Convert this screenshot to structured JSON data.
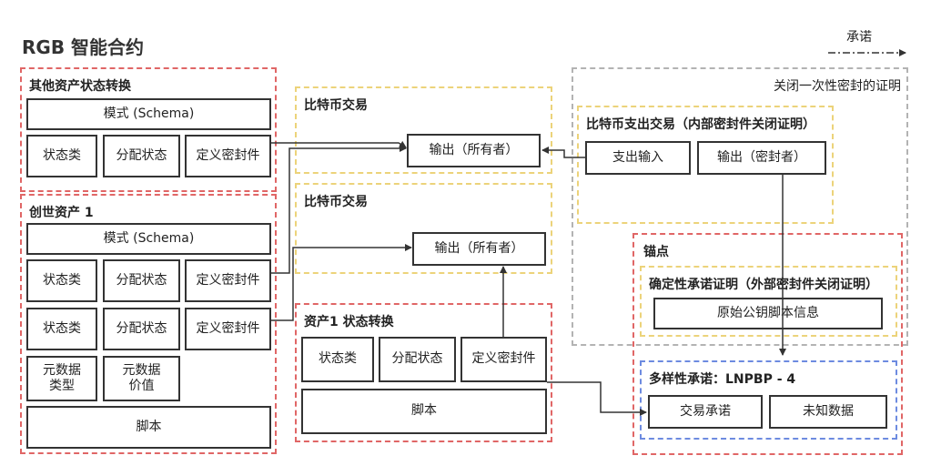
{
  "title": "RGB 智能合约",
  "legend": {
    "label": "承诺"
  },
  "other_asset": {
    "label": "其他资产状态转换",
    "schema": "模式 (Schema)",
    "state_class": "状态类",
    "alloc_state": "分配状态",
    "define_seal": "定义密封件"
  },
  "genesis": {
    "label": "创世资产 1",
    "schema": "模式 (Schema)",
    "row1": {
      "state_class": "状态类",
      "alloc_state": "分配状态",
      "define_seal": "定义密封件"
    },
    "row2": {
      "state_class": "状态类",
      "alloc_state": "分配状态",
      "define_seal": "定义密封件"
    },
    "metadata_type": "元数据\n类型",
    "metadata_value": "元数据\n价值",
    "script": "脚本"
  },
  "btc_tx1": {
    "label": "比特币交易",
    "output": "输出（所有者）"
  },
  "btc_tx2": {
    "label": "比特币交易",
    "output": "输出（所有者）"
  },
  "asset1_transition": {
    "label": "资产1 状态转换",
    "state_class": "状态类",
    "alloc_state": "分配状态",
    "define_seal": "定义密封件",
    "script": "脚本"
  },
  "closing_proof": {
    "label": "关闭一次性密封的证明",
    "btc_spend_tx": {
      "label": "比特币支出交易（内部密封件关闭证明）",
      "spend_input": "支出输入",
      "output_sealer": "输出（密封者）"
    }
  },
  "anchor": {
    "label": "锚点",
    "deterministic": {
      "label": "确定性承诺证明（外部密封件关闭证明）",
      "raw_pubkey": "原始公钥脚本信息"
    },
    "multi": {
      "label": "多样性承诺：LNPBP - 4",
      "tx_commit": "交易承诺",
      "unknown_data": "未知数据"
    }
  },
  "colors": {
    "red": "#e06666",
    "yellow": "#ecd37a",
    "gray": "#b3b3b3",
    "blue": "#6d8be0",
    "line": "#333333"
  }
}
